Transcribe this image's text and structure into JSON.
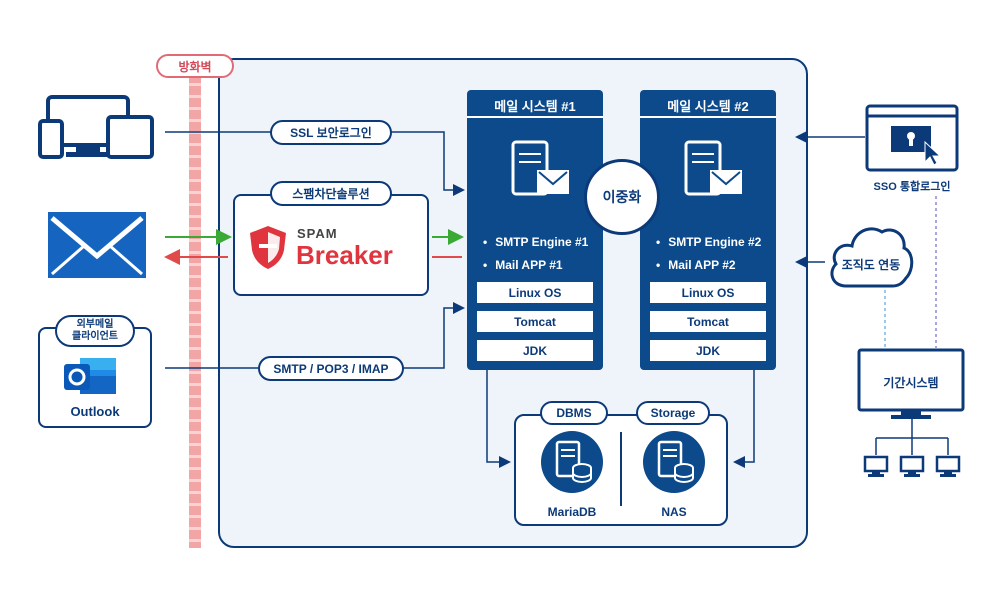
{
  "firewall_label": "방화벽",
  "ssl_label": "SSL 보안로그인",
  "spam_solution_label": "스팸차단솔루션",
  "spam_logo_top": "SPAM",
  "spam_logo_bottom": "Breaker",
  "protocol_label": "SMTP / POP3 / IMAP",
  "external_client_label_line1": "외부메일",
  "external_client_label_line2": "클라이언트",
  "outlook_label": "Outlook",
  "mail_system_1": {
    "title": "메일 시스템 #1",
    "bullets": [
      "SMTP Engine #1",
      "Mail APP #1"
    ],
    "layers": [
      "Linux OS",
      "Tomcat",
      "JDK"
    ]
  },
  "mail_system_2": {
    "title": "메일 시스템 #2",
    "bullets": [
      "SMTP Engine #2",
      "Mail APP #2"
    ],
    "layers": [
      "Linux OS",
      "Tomcat",
      "JDK"
    ]
  },
  "redundancy_label": "이중화",
  "storage_section": {
    "dbms_label": "DBMS",
    "storage_label": "Storage",
    "mariadb_label": "MariaDB",
    "nas_label": "NAS"
  },
  "sso_label": "SSO 통합로그인",
  "org_sync_label": "조직도 연동",
  "core_system_label": "기간시스템",
  "colors": {
    "navy": "#0c3a78",
    "panel_bg": "#eef4fa",
    "mail_system_bg": "#0c4a8c",
    "firewall": "#f1a5a5",
    "green_arrow": "#3aaa35",
    "red_arrow": "#e04a4a",
    "envelope_blue": "#1565c0"
  }
}
